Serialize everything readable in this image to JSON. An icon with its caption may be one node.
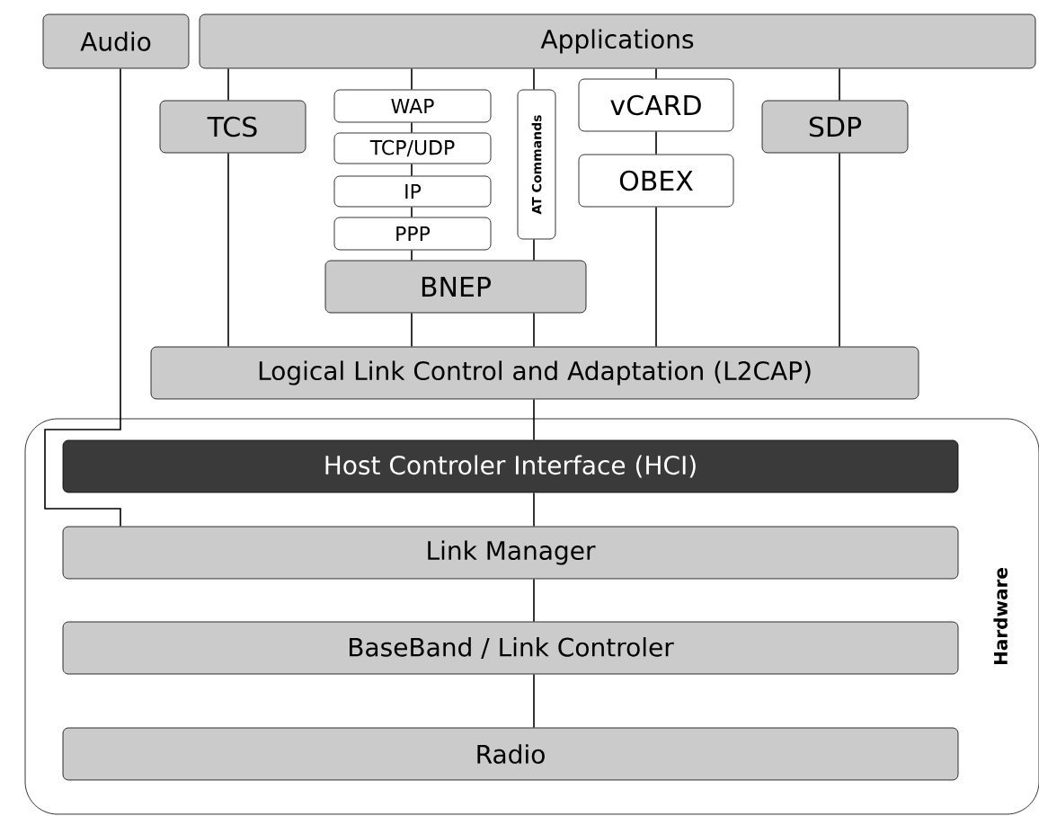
{
  "diagram": {
    "nodes": [
      {
        "text": [
          "Audio"
        ]
      },
      {
        "text": [
          "Applications"
        ]
      },
      {
        "text": [
          "TCS"
        ]
      },
      {
        "text": [
          "WAP"
        ]
      },
      {
        "text": [
          "TCP/UDP"
        ]
      },
      {
        "text": [
          "IP"
        ]
      },
      {
        "text": [
          "PPP"
        ]
      },
      {
        "text": [
          "AT Commands"
        ]
      },
      {
        "text": [
          "vCARD"
        ]
      },
      {
        "text": [
          "OBEX"
        ]
      },
      {
        "text": [
          "SDP"
        ]
      },
      {
        "text": [
          "BNEP"
        ]
      },
      {
        "text": [
          "Logical Link Control and Adaptation (L2CAP)"
        ]
      },
      {
        "text": [
          "Hardware"
        ]
      },
      {
        "text": [
          "Host Controler Interface (HCI)"
        ],
        "in": 13
      },
      {
        "text": [
          "Link Manager"
        ],
        "in": 13
      },
      {
        "text": [
          "BaseBand / Link Controler"
        ],
        "in": 13
      },
      {
        "text": [
          "Radio"
        ],
        "in": 13
      }
    ],
    "edges": [
      {
        "from": 1,
        "to": 2,
        "arrow": "none"
      },
      {
        "from": 2,
        "to": 12,
        "arrow": "none"
      },
      {
        "from": 1,
        "to": 3,
        "arrow": "none"
      },
      {
        "from": 3,
        "to": 4,
        "arrow": "none"
      },
      {
        "from": 4,
        "to": 5,
        "arrow": "none"
      },
      {
        "from": 5,
        "to": 6,
        "arrow": "none"
      },
      {
        "from": 6,
        "to": 11,
        "arrow": "none"
      },
      {
        "from": 11,
        "to": 12,
        "arrow": "none"
      },
      {
        "from": 1,
        "to": 7,
        "arrow": "none"
      },
      {
        "from": 7,
        "to": 11,
        "arrow": "none"
      },
      {
        "from": 11,
        "to": 12,
        "arrow": "none"
      },
      {
        "from": 1,
        "to": 8,
        "arrow": "none"
      },
      {
        "from": 8,
        "to": 9,
        "arrow": "none"
      },
      {
        "from": 9,
        "to": 12,
        "arrow": "none"
      },
      {
        "from": 1,
        "to": 10,
        "arrow": "none"
      },
      {
        "from": 10,
        "to": 12,
        "arrow": "none"
      },
      {
        "from": 0,
        "to": 15,
        "arrow": "none"
      },
      {
        "from": 12,
        "to": 14,
        "arrow": "none"
      },
      {
        "from": 14,
        "to": 15,
        "arrow": "none"
      },
      {
        "from": 15,
        "to": 16,
        "arrow": "none"
      },
      {
        "from": 16,
        "to": 17,
        "arrow": "none"
      }
    ]
  }
}
